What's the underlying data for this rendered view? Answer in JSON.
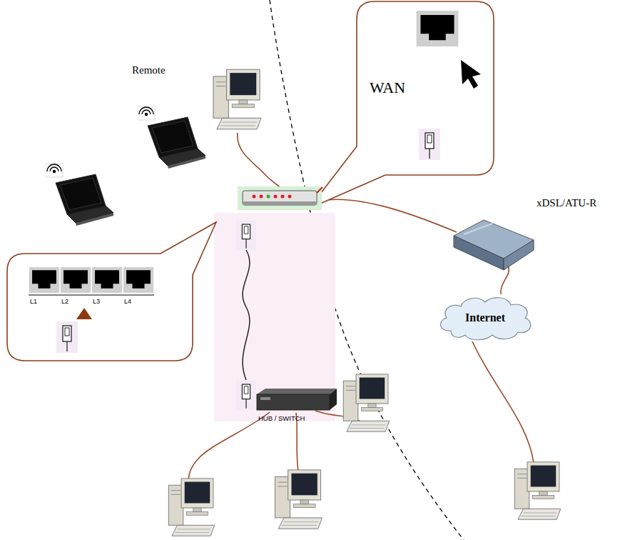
{
  "diagram": {
    "nodes": [
      {
        "text": [
          "WAN"
        ]
      },
      {
        "text": [
          "L1",
          "L2",
          "L3",
          "L4"
        ]
      },
      {
        "text": [
          "Internet"
        ]
      }
    ],
    "labels": [
      "Remote",
      "xDSL/ATU-R",
      "HUB / SWITCH"
    ]
  }
}
